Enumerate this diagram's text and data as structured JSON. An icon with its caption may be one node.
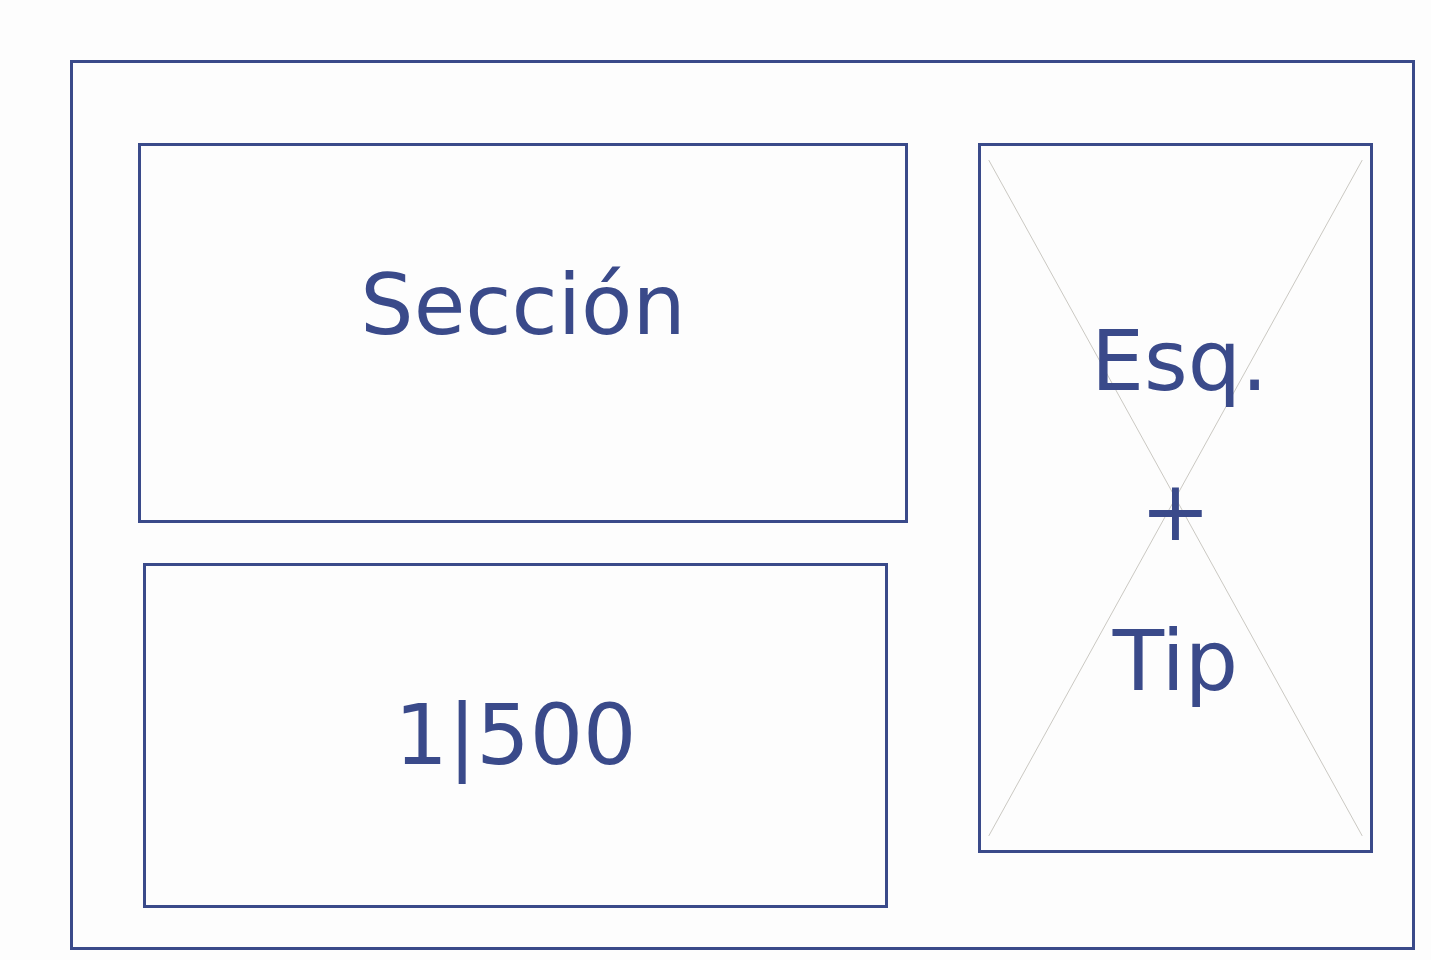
{
  "diagram": {
    "nodes": [
      {
        "text": [],
        "shape": "box"
      },
      {
        "text": [
          "Sección"
        ],
        "in": 0
      },
      {
        "text": [
          "1|500"
        ],
        "in": 0
      },
      {
        "text": [
          "Esq. + Tip"
        ],
        "in": 0
      }
    ],
    "edges": []
  }
}
